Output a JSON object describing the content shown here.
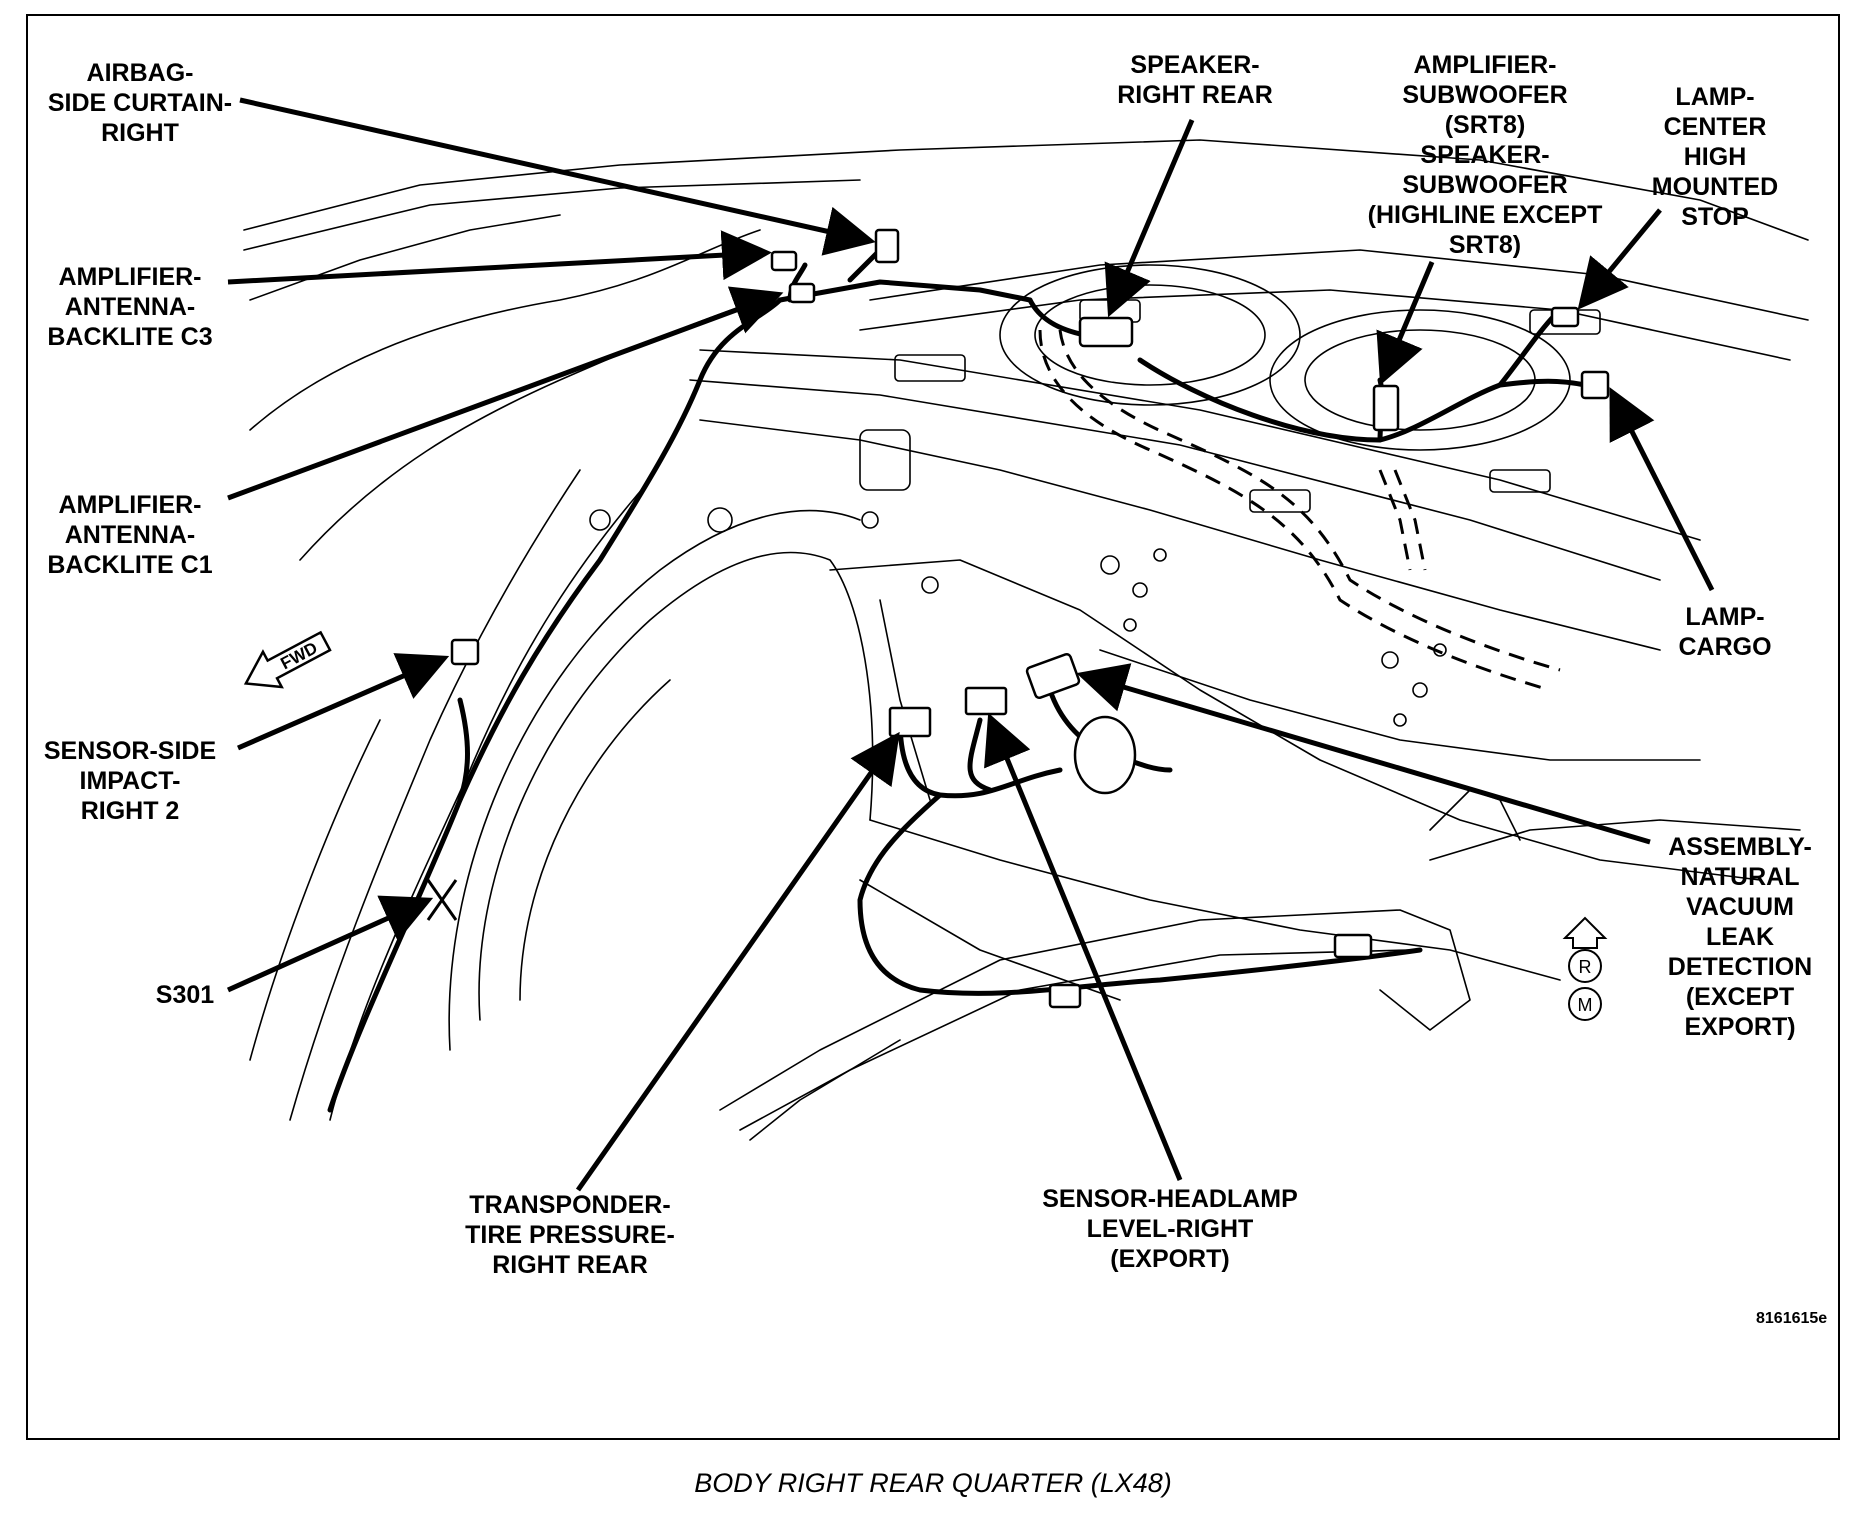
{
  "caption": "BODY RIGHT REAR QUARTER (LX48)",
  "figure_id": "8161615e",
  "fwd_marker": "FWD",
  "rm_badge": {
    "top": "R",
    "bottom": "M"
  },
  "labels": {
    "airbag_side_curtain": "AIRBAG-\nSIDE CURTAIN-\nRIGHT",
    "amp_antenna_c3": "AMPLIFIER-\nANTENNA-\nBACKLITE C3",
    "amp_antenna_c1": "AMPLIFIER-\nANTENNA-\nBACKLITE C1",
    "sensor_side_impact": "SENSOR-SIDE\nIMPACT-\nRIGHT 2",
    "s301": "S301",
    "speaker_right_rear": "SPEAKER-\nRIGHT REAR",
    "amp_subwoofer": "AMPLIFIER-\nSUBWOOFER\n(SRT8)\nSPEAKER-\nSUBWOOFER\n(HIGHLINE EXCEPT\nSRT8)",
    "lamp_chms": "LAMP-\nCENTER\nHIGH\nMOUNTED\nSTOP",
    "lamp_cargo": "LAMP-\nCARGO",
    "nvld": "ASSEMBLY-\nNATURAL\nVACUUM\nLEAK\nDETECTION\n(EXCEPT\nEXPORT)",
    "transponder": "TRANSPONDER-\nTIRE PRESSURE-\nRIGHT REAR",
    "headlamp_sensor": "SENSOR-HEADLAMP\nLEVEL-RIGHT\n(EXPORT)"
  }
}
